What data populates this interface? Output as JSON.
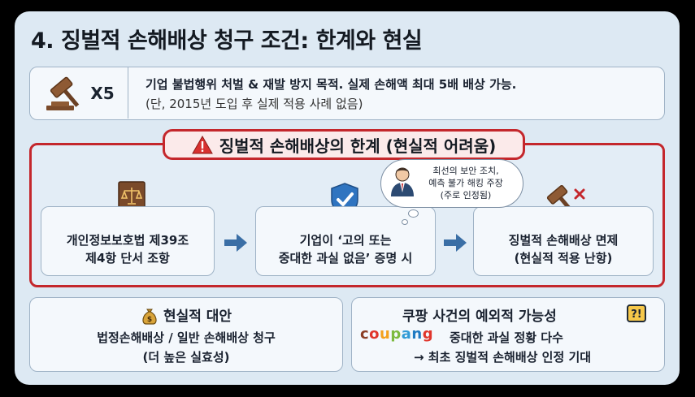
{
  "title": "4. 징벌적 손해배상 청구 조건: 한계와 현실",
  "top": {
    "multiplier": "X5",
    "line1": "기업 불법행위 처벌 & 재발 방지 목적. 실제 손해액 최대 5배 배상 가능.",
    "line2": "(단, 2015년 도입 후 실제 적용 사례 없음)"
  },
  "limits": {
    "heading": "징벌적 손해배상의 한계 (현실적 어려움)",
    "bubble": [
      "최선의 보안 조치,",
      "예측 불가 해킹 주장",
      "(주로 인정됨)"
    ],
    "steps": [
      {
        "line1": "개인정보보호법 제39조",
        "line2": "제4항 단서 조항"
      },
      {
        "line1": "기업이 ‘고의 또는",
        "line2": "중대한 과실 없음’ 증명 시"
      },
      {
        "line1": "징벌적 손해배상 면제",
        "line2": "(현실적 적용 난항)"
      }
    ]
  },
  "alternative": {
    "heading": "현실적 대안",
    "line1": "법정손해배상 / 일반 손해배상 청구",
    "line2": "(더 높은 실효성)"
  },
  "coupang": {
    "heading": "쿠팡 사건의 예외적 가능성",
    "logo_letters": [
      "c",
      "o",
      "u",
      "p",
      "a",
      "n",
      "g"
    ],
    "logo_colors": [
      "#8b3d24",
      "#e0352b",
      "#f4a11c",
      "#7cba3f",
      "#2f9bd6",
      "#1f7ac2",
      "#e0352b"
    ],
    "line1": "중대한 과실 정황 다수",
    "line2": "→ 최초 징벌적 손해배상 인정 기대"
  },
  "colors": {
    "accent_red": "#c4272c",
    "box_border": "#9fb3c6",
    "arrow_blue": "#3a6ea5"
  },
  "icons": [
    "gavel-icon",
    "warning-icon",
    "law-book-icon",
    "shield-check-icon",
    "businessman-icon",
    "gavel-cancel-icon",
    "arrow-right-icon",
    "money-bag-icon",
    "question-exclaim-icon"
  ]
}
